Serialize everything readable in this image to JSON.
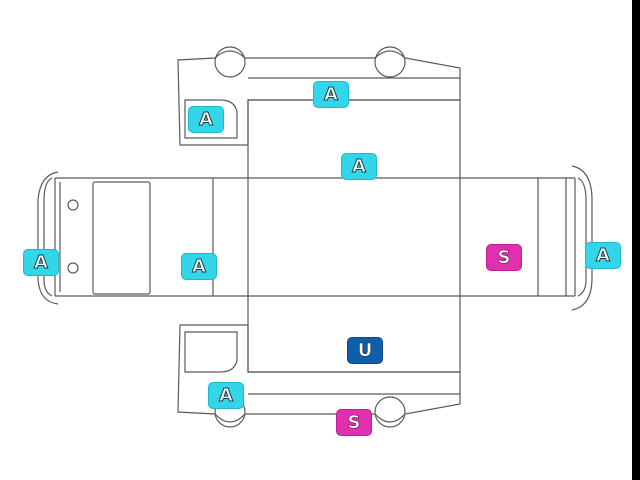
{
  "colors": {
    "line": "#5a5a5a",
    "cyan_badge": "#33d6e8",
    "pink_badge": "#e030b0",
    "blue_badge": "#0e5ea8"
  },
  "labels": {
    "roof_front": "A",
    "roof_top": "A",
    "top_door": "A",
    "left_end": "A",
    "left_panel": "A",
    "right_end": "A",
    "right_panel": "S",
    "bottom_panel": "U",
    "bottom_door": "A",
    "bottom_wheel": "S"
  }
}
